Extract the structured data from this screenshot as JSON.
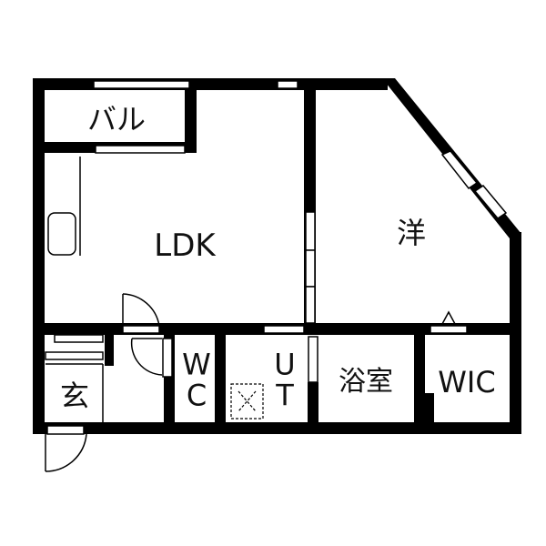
{
  "floor_plan": {
    "type": "apartment floor plan (1LDK)",
    "rooms": {
      "balcony": {
        "label": "バル"
      },
      "ldk": {
        "label": "LDK"
      },
      "western_room": {
        "label": "洋"
      },
      "entrance": {
        "label": "玄"
      },
      "toilet": {
        "label_top": "W",
        "label_bottom": "C"
      },
      "utility": {
        "label_top": "U",
        "label_bottom": "T"
      },
      "bathroom": {
        "label": "浴室"
      },
      "walk_in_closet": {
        "label": "WIC"
      }
    },
    "colors": {
      "wall": "#000000",
      "background": "#ffffff",
      "line": "#000000"
    }
  }
}
